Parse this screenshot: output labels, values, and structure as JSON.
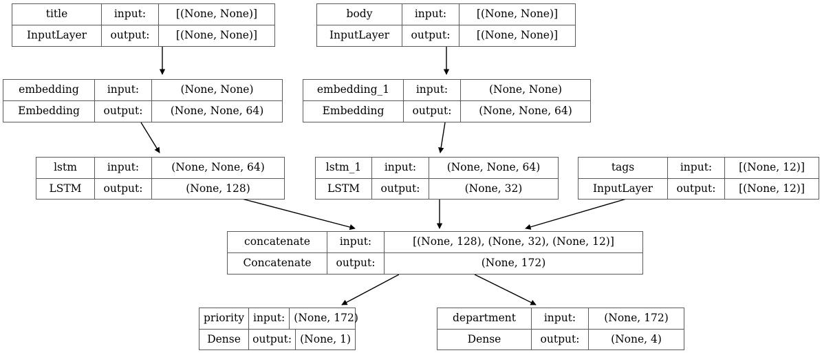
{
  "diagram": {
    "title": "Keras functional model plot",
    "type": "graph",
    "background_color": "#ffffff",
    "box_border_color": "#59595b",
    "edge_color": "#000000",
    "row_labels": {
      "input": "input:",
      "output": "output:"
    },
    "nodes": [
      {
        "id": "title",
        "name": "title",
        "class_name": "InputLayer",
        "input_label": "input:",
        "output_label": "output:",
        "input_shape": "[(None, None)]",
        "output_shape": "[(None, None)]"
      },
      {
        "id": "body",
        "name": "body",
        "class_name": "InputLayer",
        "input_label": "input:",
        "output_label": "output:",
        "input_shape": "[(None, None)]",
        "output_shape": "[(None, None)]"
      },
      {
        "id": "embedding",
        "name": "embedding",
        "class_name": "Embedding",
        "input_label": "input:",
        "output_label": "output:",
        "input_shape": "(None, None)",
        "output_shape": "(None, None, 64)"
      },
      {
        "id": "embedding_1",
        "name": "embedding_1",
        "class_name": "Embedding",
        "input_label": "input:",
        "output_label": "output:",
        "input_shape": "(None, None)",
        "output_shape": "(None, None, 64)"
      },
      {
        "id": "lstm",
        "name": "lstm",
        "class_name": "LSTM",
        "input_label": "input:",
        "output_label": "output:",
        "input_shape": "(None, None, 64)",
        "output_shape": "(None, 128)"
      },
      {
        "id": "lstm_1",
        "name": "lstm_1",
        "class_name": "LSTM",
        "input_label": "input:",
        "output_label": "output:",
        "input_shape": "(None, None, 64)",
        "output_shape": "(None, 32)"
      },
      {
        "id": "tags",
        "name": "tags",
        "class_name": "InputLayer",
        "input_label": "input:",
        "output_label": "output:",
        "input_shape": "[(None, 12)]",
        "output_shape": "[(None, 12)]"
      },
      {
        "id": "concatenate",
        "name": "concatenate",
        "class_name": "Concatenate",
        "input_label": "input:",
        "output_label": "output:",
        "input_shape": "[(None, 128), (None, 32), (None, 12)]",
        "output_shape": "(None, 172)"
      },
      {
        "id": "priority",
        "name": "priority",
        "class_name": "Dense",
        "input_label": "input:",
        "output_label": "output:",
        "input_shape": "(None, 172)",
        "output_shape": "(None, 1)"
      },
      {
        "id": "department",
        "name": "department",
        "class_name": "Dense",
        "input_label": "input:",
        "output_label": "output:",
        "input_shape": "(None, 172)",
        "output_shape": "(None, 4)"
      }
    ],
    "edges": [
      {
        "from": "title",
        "to": "embedding"
      },
      {
        "from": "body",
        "to": "embedding_1"
      },
      {
        "from": "embedding",
        "to": "lstm"
      },
      {
        "from": "embedding_1",
        "to": "lstm_1"
      },
      {
        "from": "lstm",
        "to": "concatenate"
      },
      {
        "from": "lstm_1",
        "to": "concatenate"
      },
      {
        "from": "tags",
        "to": "concatenate"
      },
      {
        "from": "concatenate",
        "to": "priority"
      },
      {
        "from": "concatenate",
        "to": "department"
      }
    ]
  }
}
